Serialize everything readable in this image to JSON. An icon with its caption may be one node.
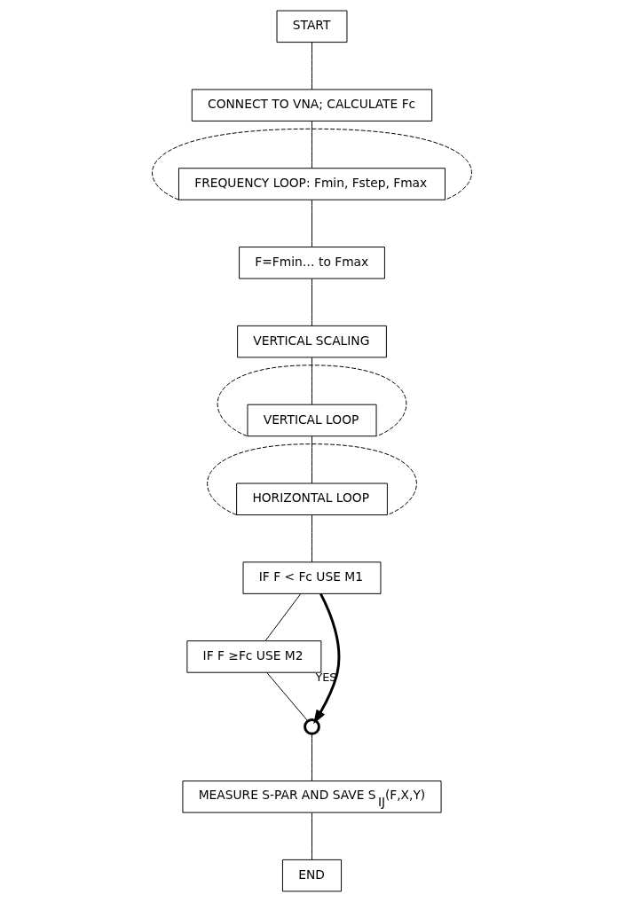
{
  "diagram": {
    "nodes": [
      {
        "text": [
          "START"
        ]
      },
      {
        "text": [
          "CONNECT TO VNA; CALCULATE Fc"
        ]
      },
      {
        "text": [
          "FREQUENCY LOOP: Fmin, Fstep, Fmax"
        ]
      },
      {
        "text": [
          "F=Fmin… to Fmax"
        ]
      },
      {
        "text": [
          "VERTICAL SCALING"
        ]
      },
      {
        "text": [
          "VERTICAL LOOP"
        ]
      },
      {
        "text": [
          "HORIZONTAL LOOP"
        ]
      },
      {
        "text": [
          "IF F < Fc USE M1"
        ]
      },
      {
        "text": [
          "IF F ≥Fc USE M2"
        ]
      },
      {
        "text": [],
        "shape": "circle"
      },
      {
        "text": [
          "MEASURE S-PAR AND SAVE S$_{IJ}$(F,X,Y)"
        ]
      },
      {
        "text": [
          "END"
        ]
      }
    ],
    "edges": [
      {
        "from": 0,
        "to": 1,
        "arrow": "none"
      },
      {
        "from": 1,
        "to": 2,
        "arrow": "none"
      },
      {
        "from": 2,
        "to": 3,
        "arrow": "none"
      },
      {
        "from": 3,
        "to": 4,
        "arrow": "none"
      },
      {
        "from": 4,
        "to": 5,
        "arrow": "none"
      },
      {
        "from": 5,
        "to": 6,
        "arrow": "none"
      },
      {
        "from": 6,
        "to": 7,
        "arrow": "none"
      },
      {
        "from": 7,
        "to": 8,
        "arrow": "none"
      },
      {
        "from": 8,
        "to": 9,
        "arrow": "none"
      },
      {
        "from": 9,
        "to": 10,
        "arrow": "none"
      },
      {
        "from": 10,
        "to": 11,
        "arrow": "none"
      },
      {
        "from": 7,
        "to": 9,
        "arrow": "to",
        "label": "YES",
        "style": "thick"
      },
      {
        "from": 2,
        "to": 2,
        "arrow": "none",
        "style": "dashed"
      },
      {
        "from": 5,
        "to": 5,
        "arrow": "none",
        "style": "dashed"
      },
      {
        "from": 6,
        "to": 6,
        "arrow": "none",
        "style": "dashed"
      }
    ]
  }
}
